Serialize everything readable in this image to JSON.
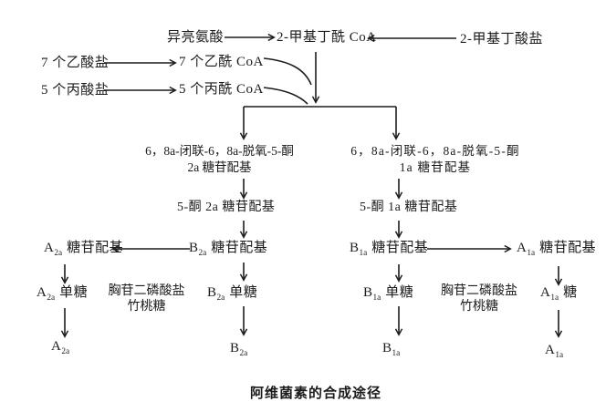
{
  "diagram": {
    "title": "阿维菌素的合成途径",
    "ink_color": "#1c1c1c",
    "background_color": "#ffffff",
    "top": {
      "isoleucine": "异亮氨酸",
      "methylbutyryl_coa": "2-甲基丁酰 CoA",
      "methylbutyrate": "2-甲基丁酸盐",
      "acetate": "7 个乙酸盐",
      "acetyl_coa": "7 个乙酰 CoA",
      "propionate": "5 个丙酸盐",
      "propionyl_coa": "5 个丙酰 CoA"
    },
    "left_branch": {
      "aglycone_line1": "6，8a-闭联-6，8a-脱氧-5-酮",
      "aglycone_line2": "2a 糖苷配基",
      "keto": "5-酮 2a 糖苷配基"
    },
    "right_branch": {
      "aglycone_line1": "6，8a-闭联-6，8a-脱氧-5-酮",
      "aglycone_line2": "1a 糖苷配基",
      "keto": "5-酮 1a 糖苷配基"
    },
    "nodes": {
      "a2a_glycone": {
        "base": "A",
        "sub": "2a",
        "rest": "糖苷配基"
      },
      "b2a_glycone": {
        "base": "B",
        "sub": "2a",
        "rest": "糖苷配基"
      },
      "b1a_glycone": {
        "base": "B",
        "sub": "1a",
        "rest": "糖苷配基"
      },
      "a1a_glycone": {
        "base": "A",
        "sub": "1a",
        "rest": "糖苷配基"
      },
      "a2a_mono": {
        "base": "A",
        "sub": "2a",
        "rest": "单糖"
      },
      "b2a_mono": {
        "base": "B",
        "sub": "2a",
        "rest": "单糖"
      },
      "b1a_mono": {
        "base": "B",
        "sub": "1a",
        "rest": "单糖"
      },
      "a1a_sugar": {
        "base": "A",
        "sub": "1a",
        "rest": "糖"
      },
      "a2a_final": {
        "base": "A",
        "sub": "2a",
        "rest": ""
      },
      "b2a_final": {
        "base": "B",
        "sub": "2a",
        "rest": ""
      },
      "b1a_final": {
        "base": "B",
        "sub": "1a",
        "rest": ""
      },
      "a1a_final": {
        "base": "A",
        "sub": "1a",
        "rest": ""
      }
    },
    "cofactors": {
      "left": {
        "line1": "胸苷二磷酸盐",
        "line2": "竹桃糖"
      },
      "right": {
        "line1": "胸苷二磷酸盐",
        "line2": "竹桃糖"
      }
    }
  }
}
